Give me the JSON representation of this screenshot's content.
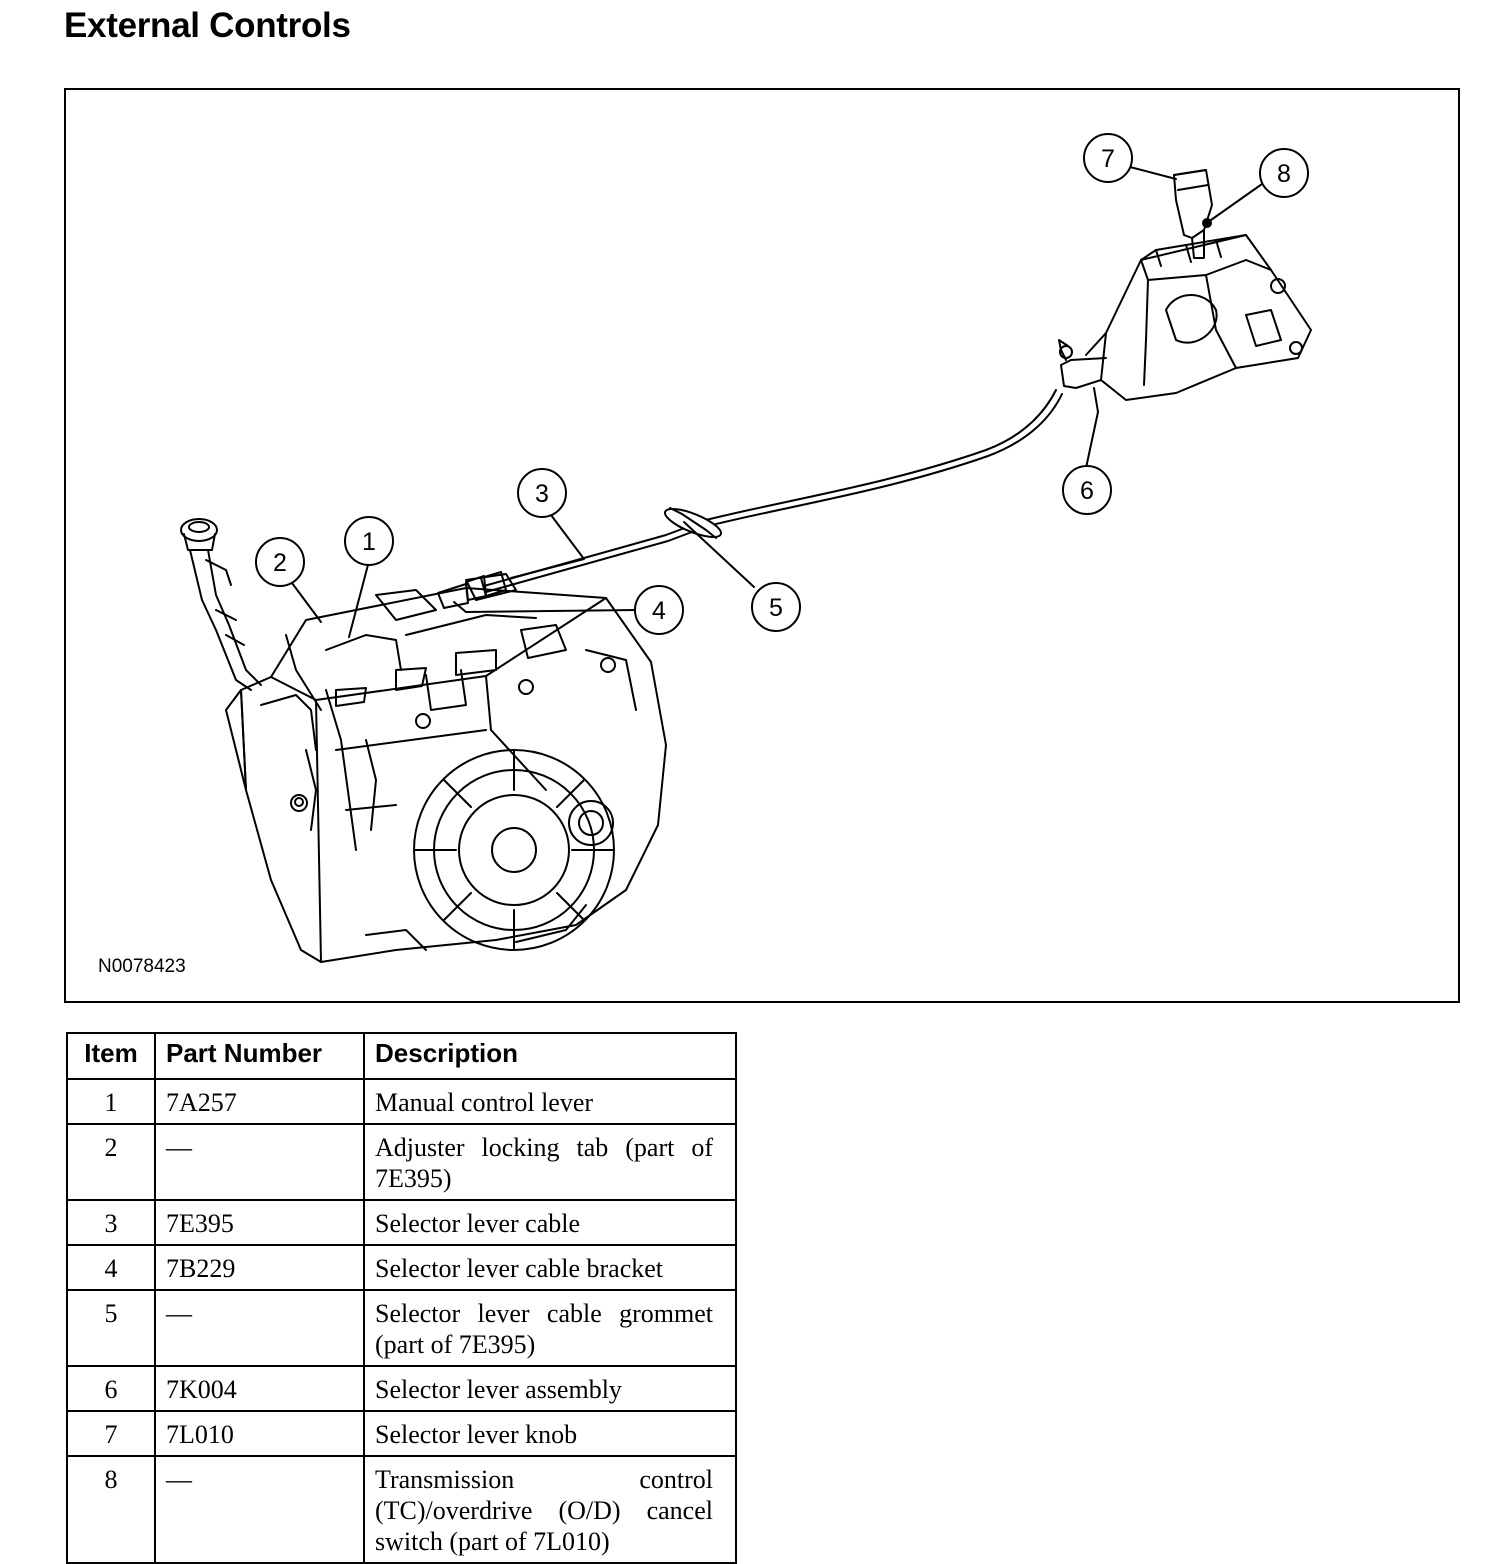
{
  "page": {
    "title": "External Controls"
  },
  "figure": {
    "id": "N0078423",
    "callouts": [
      "1",
      "2",
      "3",
      "4",
      "5",
      "6",
      "7",
      "8"
    ]
  },
  "table": {
    "headers": [
      "Item",
      "Part Number",
      "Description"
    ],
    "rows": [
      {
        "item": "1",
        "part": "7A257",
        "desc": "Manual control lever"
      },
      {
        "item": "2",
        "part": "—",
        "desc": "Adjuster locking tab (part of 7E395)"
      },
      {
        "item": "3",
        "part": "7E395",
        "desc": "Selector lever cable"
      },
      {
        "item": "4",
        "part": "7B229",
        "desc": "Selector lever cable bracket"
      },
      {
        "item": "5",
        "part": "—",
        "desc": "Selector lever cable grommet (part of 7E395)"
      },
      {
        "item": "6",
        "part": "7K004",
        "desc": "Selector lever assembly"
      },
      {
        "item": "7",
        "part": "7L010",
        "desc": "Selector lever knob"
      },
      {
        "item": "8",
        "part": "—",
        "desc": "Transmission control (TC)/overdrive (O/D) cancel switch (part of 7L010)"
      }
    ]
  }
}
